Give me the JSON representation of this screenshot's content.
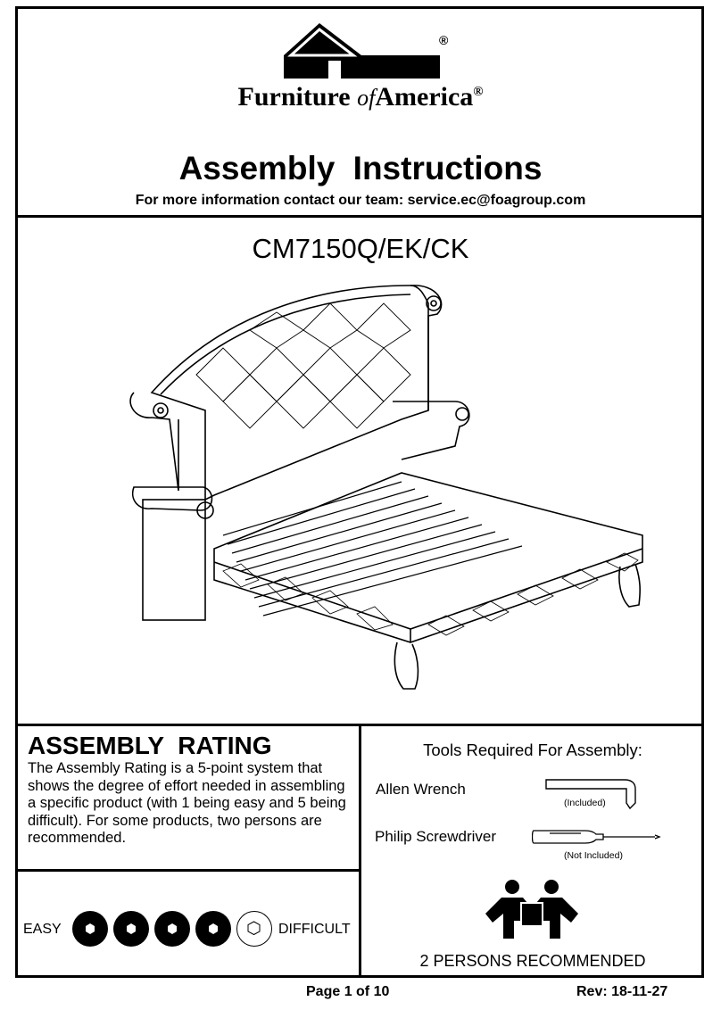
{
  "brand": {
    "name_part1": "Furniture",
    "name_part2": "of",
    "name_part3": "America",
    "registered_mark": "®"
  },
  "header": {
    "title": "Assembly  Instructions",
    "contact": "For more information contact our team: service.ec@foagroup.com"
  },
  "product": {
    "model": "CM7150Q/EK/CK"
  },
  "rating": {
    "heading": "ASSEMBLY  RATING",
    "description": "The Assembly Rating is a 5-point system that shows the degree of effort needed in assembling a specific product (with 1 being easy and 5 being difficult).  For some products, two persons are recommended.",
    "easy_label": "EASY",
    "difficult_label": "DIFFICULT",
    "level": 4,
    "max_level": 5
  },
  "tools": {
    "heading": "Tools Required For Assembly:",
    "items": [
      {
        "name": "Allen Wrench",
        "note": "(Included)",
        "icon": "allen-wrench-icon"
      },
      {
        "name": "Philip Screwdriver",
        "note": "(Not Included)",
        "icon": "screwdriver-icon"
      }
    ],
    "persons_label": "2 PERSONS RECOMMENDED",
    "persons_icon": "two-persons-lifting-icon"
  },
  "footer": {
    "page": "Page 1 of 10",
    "rev": "Rev: 18-11-27"
  }
}
